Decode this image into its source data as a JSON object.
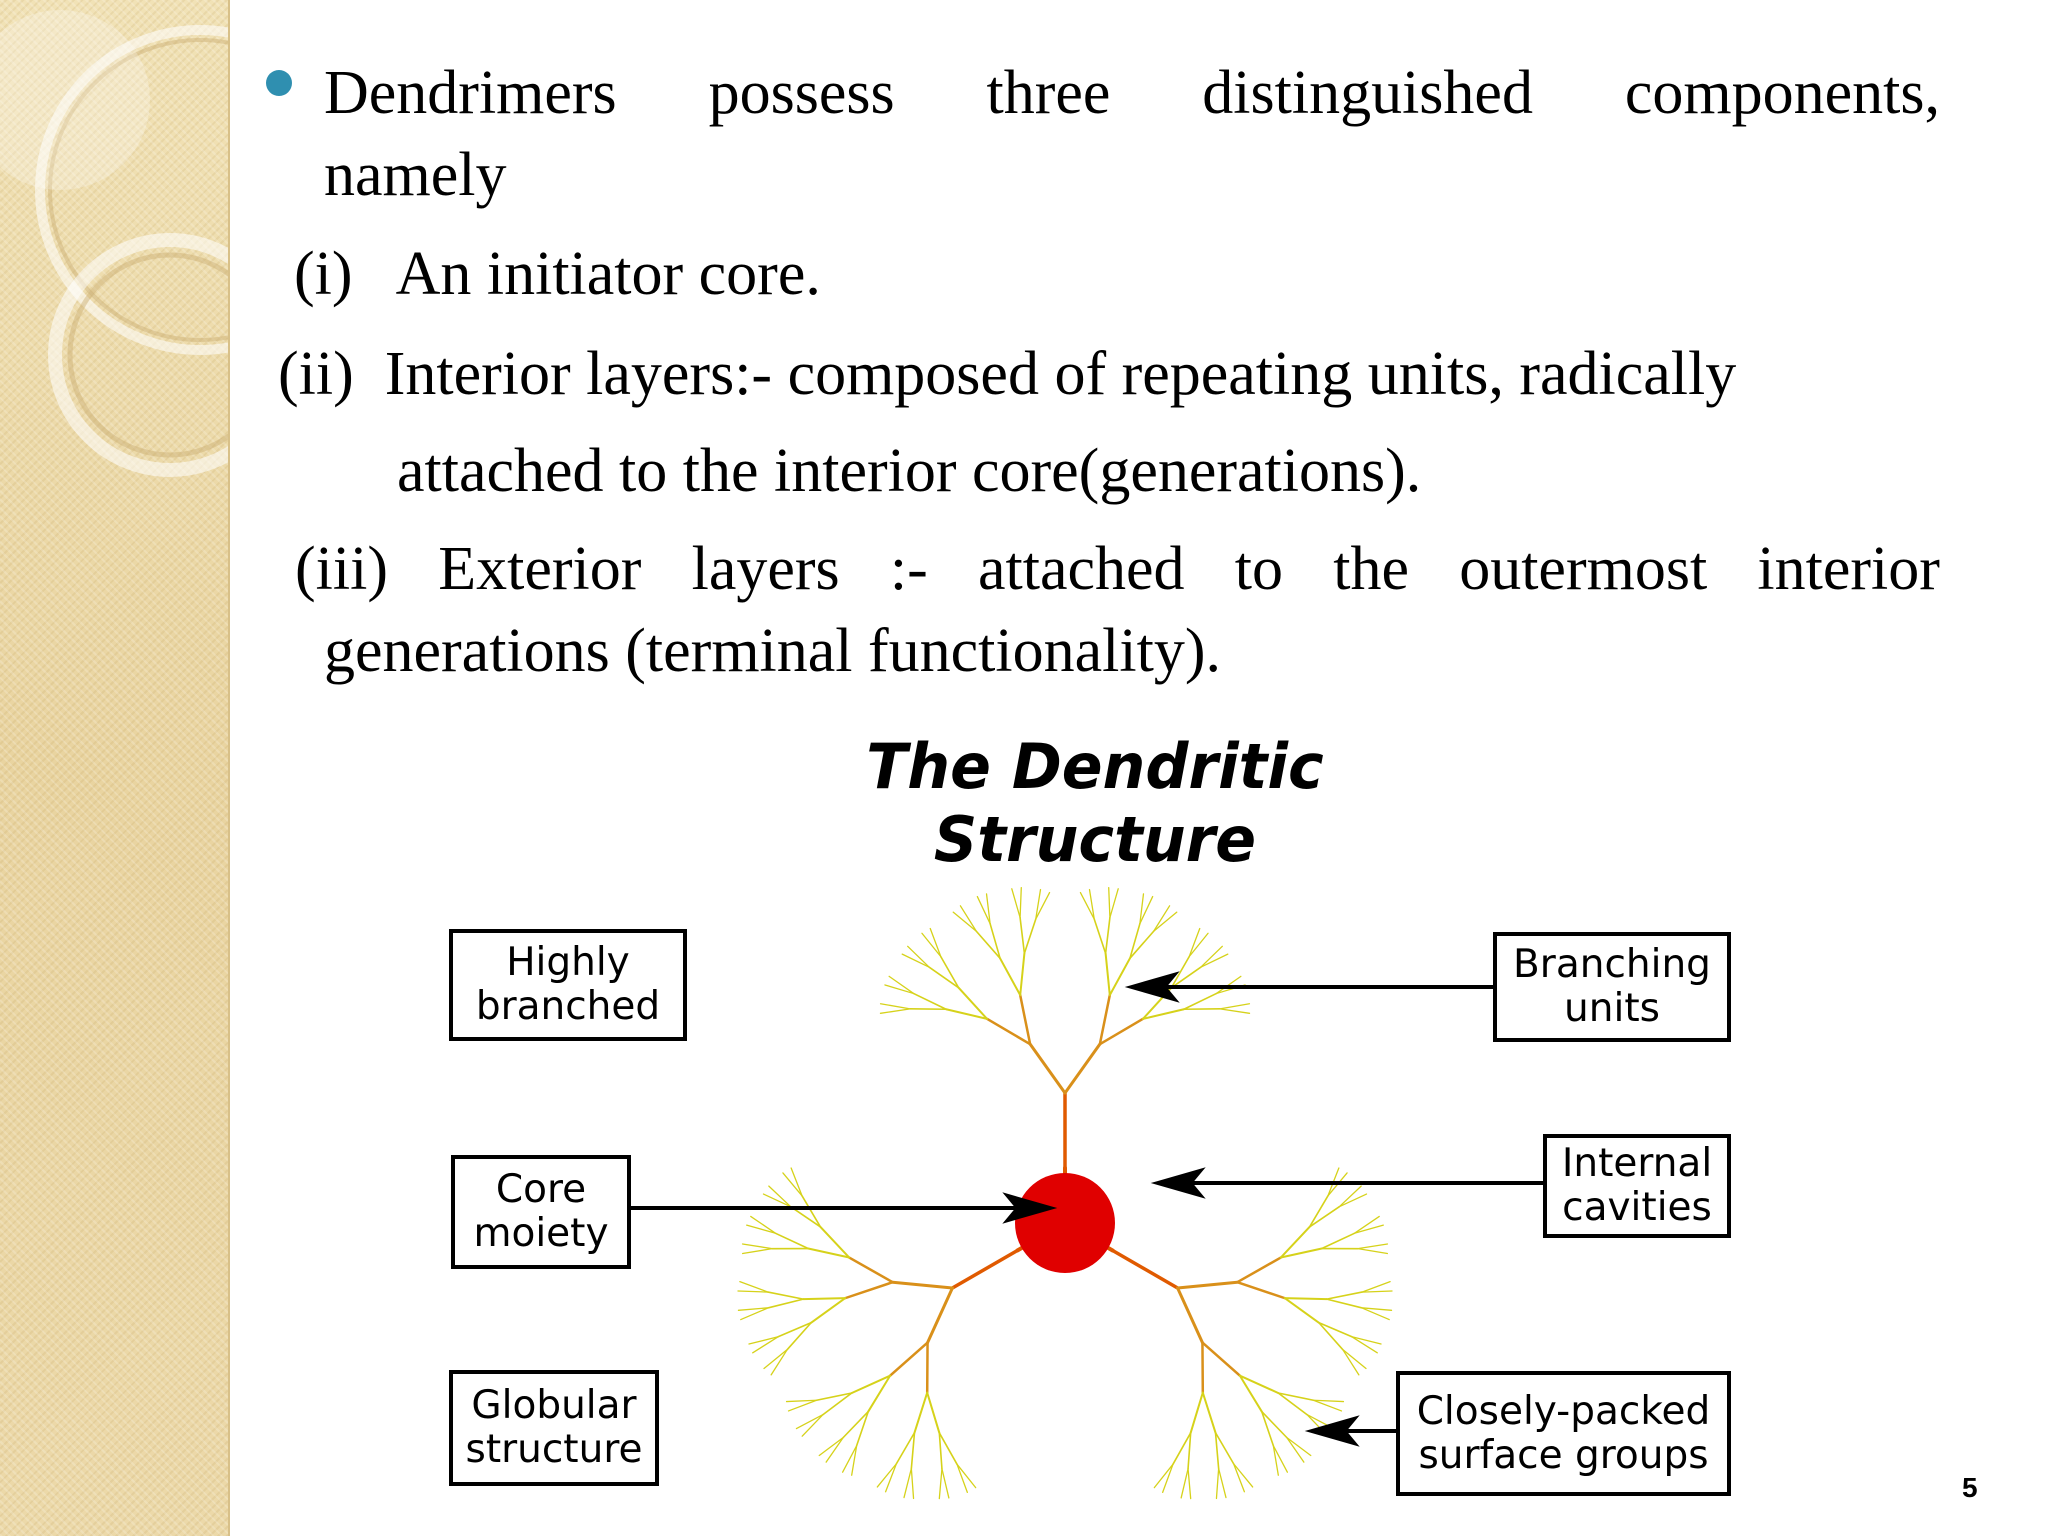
{
  "slide": {
    "bullet_words": [
      "Dendrimers",
      "possess",
      "three",
      "distinguished",
      "components,"
    ],
    "bullet_line2": "namely",
    "item1": "(i)   An initiator core.",
    "item2_line1": "(ii)  Interior layers:- composed of repeating units, radically",
    "item2_line2": "attached to the interior core(generations).",
    "item3_words": [
      "(iii)",
      "Exterior",
      "layers",
      ":-",
      "attached",
      "to",
      "the",
      "outermost",
      "interior"
    ],
    "item3_line2": "generations (terminal functionality).",
    "page_number": "5"
  },
  "diagram": {
    "title": "The Dendritic Structure",
    "labels": {
      "highly_branched": [
        "Highly",
        "branched"
      ],
      "core_moiety": [
        "Core",
        "moiety"
      ],
      "globular_structure": [
        "Globular",
        "structure"
      ],
      "branching_units": [
        "Branching",
        "units"
      ],
      "internal_cavities": [
        "Internal",
        "cavities"
      ],
      "surface_groups": [
        "Closely-packed",
        "surface groups"
      ]
    },
    "colors": {
      "core": "#e00000",
      "inner_branch": "#e05a00",
      "mid_branch": "#d9901a",
      "outer_branch": "#d6d21a",
      "bullet": "#2f8fb0",
      "sidebar": "#ecd9a9"
    }
  }
}
